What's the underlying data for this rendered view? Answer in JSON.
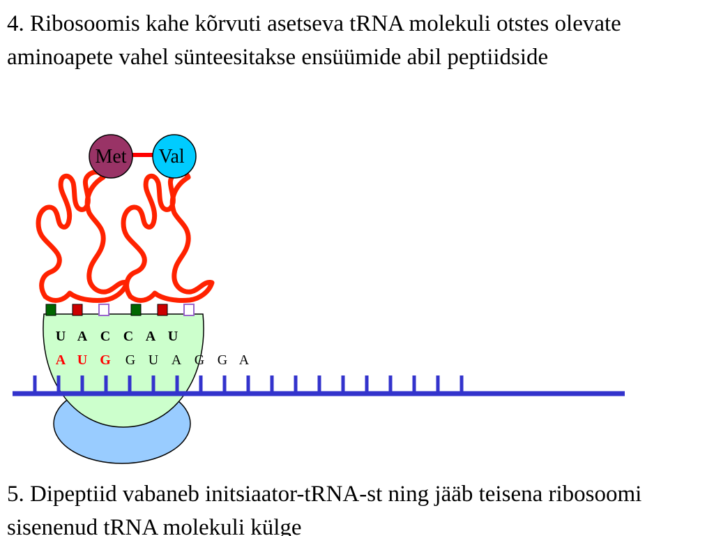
{
  "captions": {
    "top": "4. Ribosoomis kahe kõrvuti asetseva tRNA molekuli otstes olevate aminoapete vahel sünteesitakse ensüümide abil peptiidside",
    "bottom": "5. Dipeptiid vabaneb initsiaator-tRNA-st ning jääb teisena ribosoomi sisenenud tRNA molekuli külge"
  },
  "amino_acids": [
    {
      "label": "Met",
      "color": "#993366"
    },
    {
      "label": "Val",
      "color": "#00ccff"
    }
  ],
  "anticodon_letters": [
    "U",
    "A",
    "C",
    "C",
    "A",
    "U"
  ],
  "mrna_letters": [
    {
      "text": "A",
      "color": "#ff0000"
    },
    {
      "text": "U",
      "color": "#ff0000"
    },
    {
      "text": "G",
      "color": "#ff0000"
    },
    {
      "text": "G",
      "color": "#000000"
    },
    {
      "text": "U",
      "color": "#000000"
    },
    {
      "text": "A",
      "color": "#000000"
    },
    {
      "text": "G",
      "color": "#000000"
    },
    {
      "text": "G",
      "color": "#000000"
    },
    {
      "text": "A",
      "color": "#000000"
    }
  ],
  "colors": {
    "trna": "#ff2200",
    "peptide_bond": "#ff0000",
    "mrna": "#3333cc",
    "ribosome_large": "#ccffcc",
    "ribosome_small": "#99ccff"
  }
}
